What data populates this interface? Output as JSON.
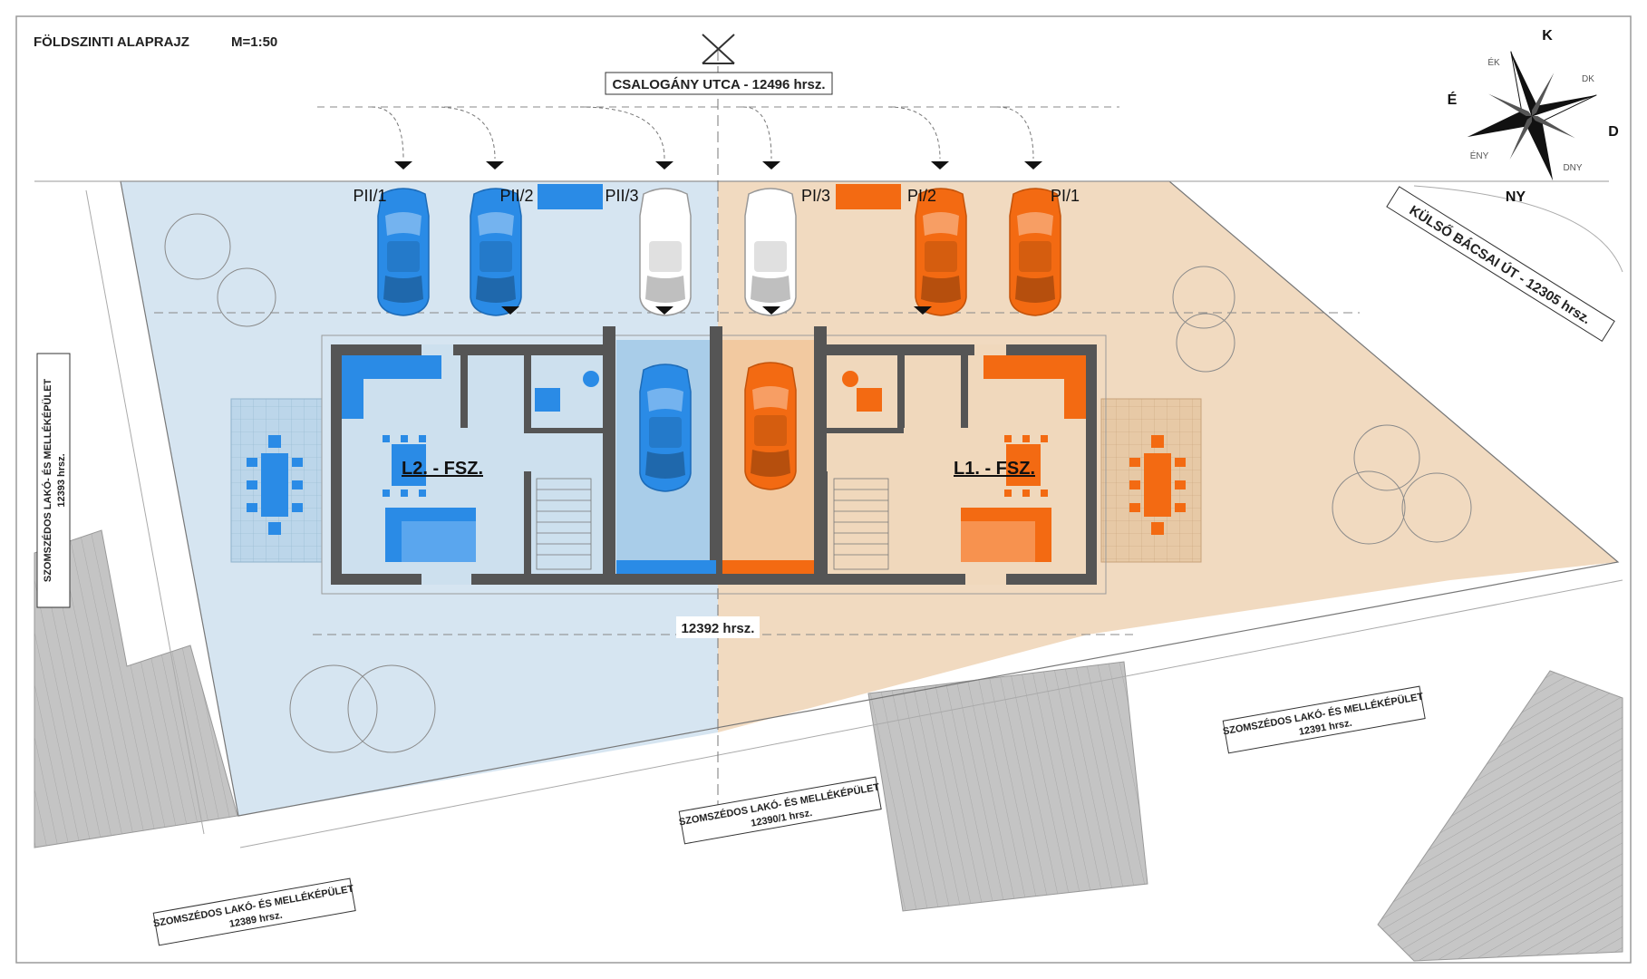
{
  "header": {
    "title": "FÖLDSZINTI ALAPRAJZ",
    "scale": "M=1:50"
  },
  "streets": {
    "north": "CSALOGÁNY UTCA - 12496 hrsz.",
    "east": "KÜLSŐ BÁCSAI ÚT - 12305 hrsz."
  },
  "plot": {
    "number": "12392 hrsz."
  },
  "neighbors": {
    "west": {
      "line1": "SZOMSZÉDOS LAKÓ- ÉS MELLÉKÉPÜLET",
      "line2": "12393 hrsz."
    },
    "southwest": {
      "line1": "SZOMSZÉDOS LAKÓ- ÉS MELLÉKÉPÜLET",
      "line2": "12389 hrsz."
    },
    "south": {
      "line1": "SZOMSZÉDOS LAKÓ- ÉS MELLÉKÉPÜLET",
      "line2": "12390/1 hrsz."
    },
    "southeast": {
      "line1": "SZOMSZÉDOS LAKÓ- ÉS MELLÉKÉPÜLET",
      "line2": "12391 hrsz."
    }
  },
  "compass": {
    "north": "K",
    "west": "É",
    "south": "NY",
    "east": "D",
    "ne": "DK",
    "se": "DNY",
    "sw": "ÉNY",
    "nw": "ÉK"
  },
  "units": {
    "left": "L2. - FSZ.",
    "right": "L1. - FSZ."
  },
  "parking": {
    "left": [
      "PII/1",
      "PII/2",
      "PII/3"
    ],
    "right": [
      "PI/3",
      "PI/2",
      "PI/1"
    ]
  },
  "colors": {
    "left_zone": "#cfe1ee",
    "right_zone": "#eed3b5",
    "left_accent": "#2a8be6",
    "right_accent": "#f36a12",
    "wall": "#555555",
    "neighbor_building": "#bdbdbd"
  }
}
